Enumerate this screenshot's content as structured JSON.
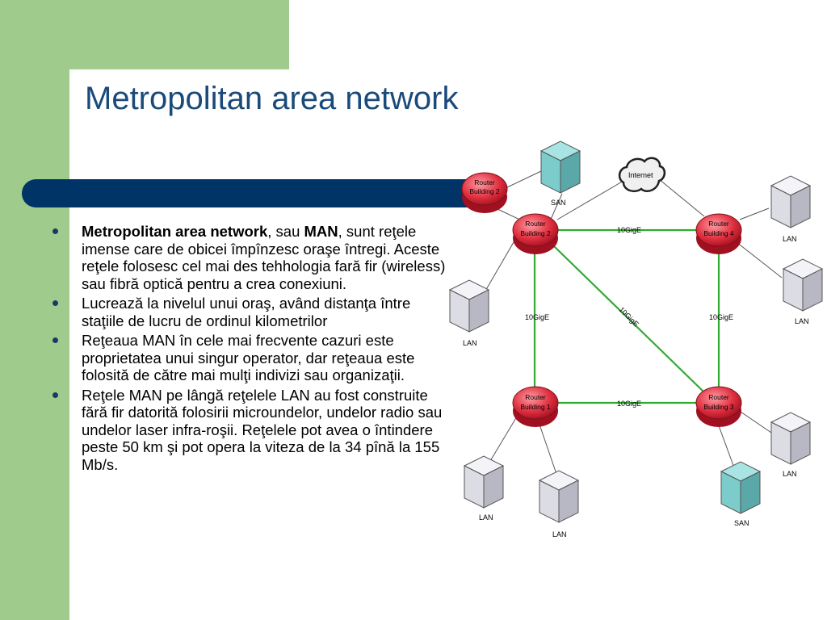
{
  "slide": {
    "title": "Metropolitan area network",
    "bullets": [
      {
        "parts": [
          {
            "text": "Metropolitan area network",
            "bold": true
          },
          {
            "text": ", sau ",
            "bold": false
          },
          {
            "text": "MAN",
            "bold": true
          },
          {
            "text": ", sunt reţele imense care de obicei împînzesc oraşe întregi. Aceste reţele folosesc cel mai des tehhologia fară fir (wireless) sau fibră optică pentru a crea conexiuni.",
            "bold": false
          }
        ]
      },
      {
        "parts": [
          {
            "text": "Lucrează la nivelul unui oraş, având distanţa între staţiile de lucru de ordinul kilometrilor",
            "bold": false
          }
        ]
      },
      {
        "parts": [
          {
            "text": "Reţeaua MAN în cele mai frecvente cazuri este proprietatea unui singur operator, dar reţeaua este folosită de către mai mulţi indivizi sau organizaţii.",
            "bold": false
          }
        ]
      },
      {
        "parts": [
          {
            "text": "Reţele MAN pe lângă reţelele LAN au fost construite fără fir datorită folosirii microundelor, undelor radio sau undelor laser infra-roşii. Reţelele pot avea o întindere peste 50 km şi pot opera la viteza de la 34 pînă la 155 Mb/s.",
            "bold": false
          }
        ]
      }
    ]
  },
  "diagram": {
    "routers": {
      "r1": {
        "line1": "Router",
        "line2": "Building 1"
      },
      "r2": {
        "line1": "Router",
        "line2": "Building 2"
      },
      "r2b": {
        "line1": "Router",
        "line2": "Building 2"
      },
      "r3": {
        "line1": "Router",
        "line2": "Building 3"
      },
      "r4": {
        "line1": "Router",
        "line2": "Building 4"
      }
    },
    "cloud_label": "Internet",
    "links": {
      "top": "10GigE",
      "left": "10GigE",
      "right": "10GigE",
      "bottom": "10GigE",
      "diagonal": "10GigE"
    },
    "devices": {
      "lan": "LAN",
      "san": "SAN"
    },
    "colors": {
      "router": "#e03040",
      "fiber": "#33aa33",
      "san_box": "#7ccccc",
      "lan_box": "#d8d8e0"
    }
  }
}
